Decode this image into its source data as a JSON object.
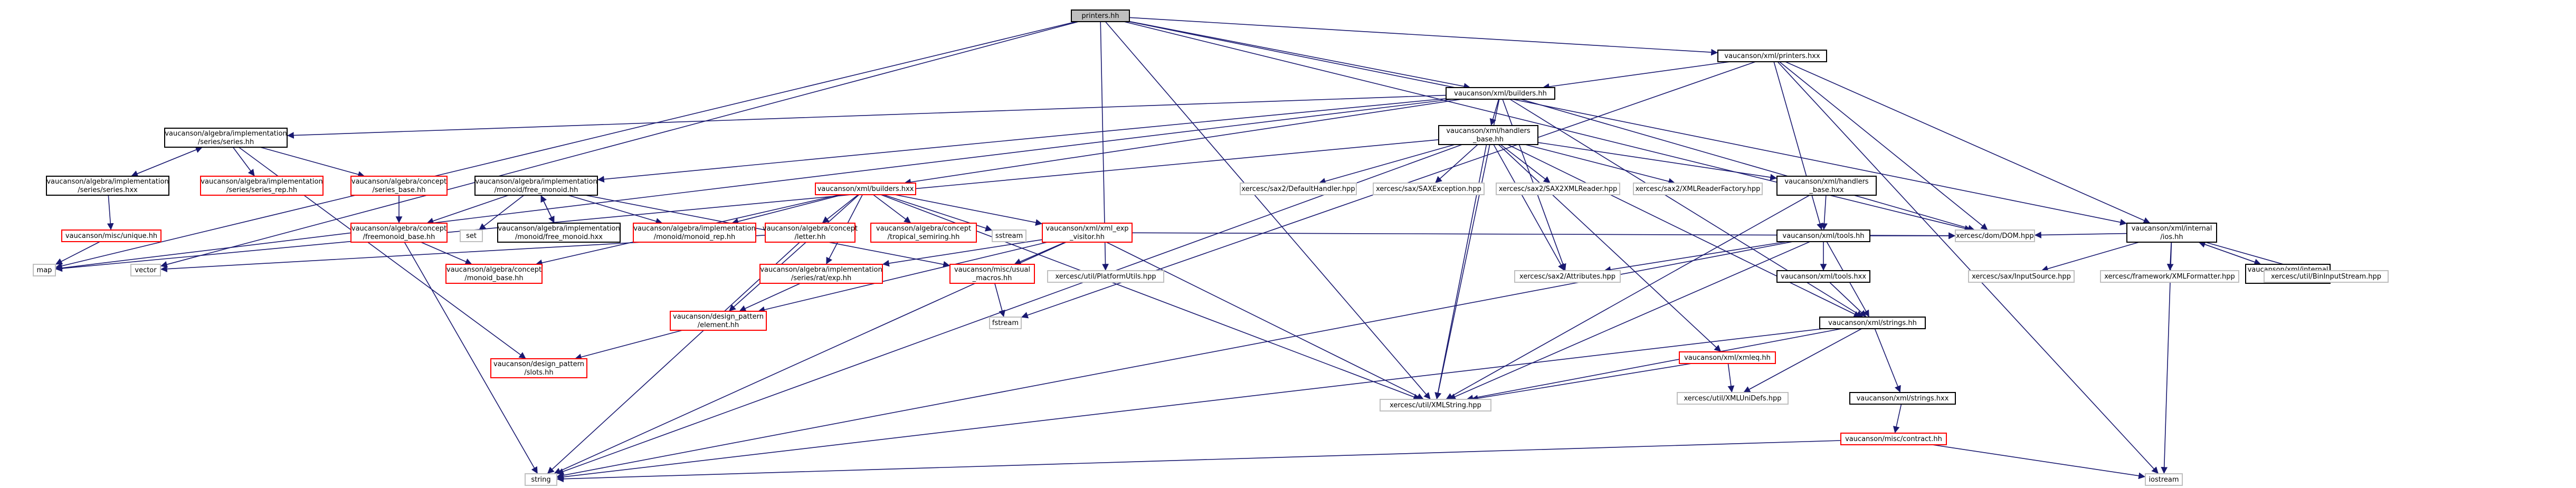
{
  "colors": {
    "edge": "#191970",
    "border_normal": "#000000",
    "border_red": "#ff0000",
    "border_gray": "#bfbfbf",
    "fill_root": "#bfbfbf",
    "fill_normal": "#ffffff"
  },
  "nodes": [
    {
      "id": "root",
      "lines": [
        "printers.hh"
      ],
      "style": "root"
    },
    {
      "id": "printers_hxx",
      "lines": [
        "vaucanson/xml/printers.hxx"
      ],
      "style": "normal"
    },
    {
      "id": "builders_hh",
      "lines": [
        "vaucanson/xml/builders.hh"
      ],
      "style": "normal"
    },
    {
      "id": "series_hh",
      "lines": [
        "vaucanson/algebra/implementation",
        "/series/series.hh"
      ],
      "style": "normal"
    },
    {
      "id": "series_hxx",
      "lines": [
        "vaucanson/algebra/implementation",
        "/series/series.hxx"
      ],
      "style": "normal"
    },
    {
      "id": "series_rep",
      "lines": [
        "vaucanson/algebra/implementation",
        "/series/series_rep.hh"
      ],
      "style": "red"
    },
    {
      "id": "series_base",
      "lines": [
        "vaucanson/algebra/concept",
        "/series_base.hh"
      ],
      "style": "red"
    },
    {
      "id": "handlers_base_hh",
      "lines": [
        "vaucanson/xml/handlers",
        "_base.hh"
      ],
      "style": "normal"
    },
    {
      "id": "free_monoid_hh",
      "lines": [
        "vaucanson/algebra/implementation",
        "/monoid/free_monoid.hh"
      ],
      "style": "normal"
    },
    {
      "id": "builders_hxx",
      "lines": [
        "vaucanson/xml/builders.hxx"
      ],
      "style": "red"
    },
    {
      "id": "default_handler",
      "lines": [
        "xercesc/sax2/DefaultHandler.hpp"
      ],
      "style": "gray"
    },
    {
      "id": "sax_exception",
      "lines": [
        "xercesc/sax/SAXException.hpp"
      ],
      "style": "gray"
    },
    {
      "id": "sax2_reader",
      "lines": [
        "xercesc/sax2/SAX2XMLReader.hpp"
      ],
      "style": "gray"
    },
    {
      "id": "reader_factory",
      "lines": [
        "xercesc/sax2/XMLReaderFactory.hpp"
      ],
      "style": "gray"
    },
    {
      "id": "handlers_base_hxx",
      "lines": [
        "vaucanson/xml/handlers",
        "_base.hxx"
      ],
      "style": "normal"
    },
    {
      "id": "misc_unique",
      "lines": [
        "vaucanson/misc/unique.hh"
      ],
      "style": "red"
    },
    {
      "id": "freemonoid_base",
      "lines": [
        "vaucanson/algebra/concept",
        "/freemonoid_base.hh"
      ],
      "style": "red"
    },
    {
      "id": "set",
      "lines": [
        "set"
      ],
      "style": "gray"
    },
    {
      "id": "free_monoid_hxx",
      "lines": [
        "vaucanson/algebra/implementation",
        "/monoid/free_monoid.hxx"
      ],
      "style": "normal"
    },
    {
      "id": "monoid_rep",
      "lines": [
        "vaucanson/algebra/implementation",
        "/monoid/monoid_rep.hh"
      ],
      "style": "red"
    },
    {
      "id": "letter_hh",
      "lines": [
        "vaucanson/algebra/concept",
        "/letter.hh"
      ],
      "style": "red"
    },
    {
      "id": "tropical",
      "lines": [
        "vaucanson/algebra/concept",
        "/tropical_semiring.hh"
      ],
      "style": "red"
    },
    {
      "id": "sstream",
      "lines": [
        "sstream"
      ],
      "style": "gray"
    },
    {
      "id": "visitor",
      "lines": [
        "vaucanson/xml/xml_exp",
        "_visitor.hh"
      ],
      "style": "red"
    },
    {
      "id": "tools_hh",
      "lines": [
        "vaucanson/xml/tools.hh"
      ],
      "style": "normal"
    },
    {
      "id": "dom_hpp",
      "lines": [
        "xercesc/dom/DOM.hpp"
      ],
      "style": "gray"
    },
    {
      "id": "ios_hh",
      "lines": [
        "vaucanson/xml/internal",
        "/ios.hh"
      ],
      "style": "normal"
    },
    {
      "id": "map",
      "lines": [
        "map"
      ],
      "style": "gray"
    },
    {
      "id": "vector",
      "lines": [
        "vector"
      ],
      "style": "gray"
    },
    {
      "id": "monoid_base",
      "lines": [
        "vaucanson/algebra/concept",
        "/monoid_base.hh"
      ],
      "style": "red"
    },
    {
      "id": "series_rat_exp",
      "lines": [
        "vaucanson/algebra/implementation",
        "/series/rat/exp.hh"
      ],
      "style": "red"
    },
    {
      "id": "usual_macros",
      "lines": [
        "vaucanson/misc/usual",
        "_macros.hh"
      ],
      "style": "red"
    },
    {
      "id": "platform_utils",
      "lines": [
        "xercesc/util/PlatformUtils.hpp"
      ],
      "style": "gray"
    },
    {
      "id": "attributes",
      "lines": [
        "xercesc/sax2/Attributes.hpp"
      ],
      "style": "gray"
    },
    {
      "id": "tools_hxx",
      "lines": [
        "vaucanson/xml/tools.hxx"
      ],
      "style": "normal"
    },
    {
      "id": "sax_input_source",
      "lines": [
        "xercesc/sax/InputSource.hpp"
      ],
      "style": "gray"
    },
    {
      "id": "xml_formatter",
      "lines": [
        "xercesc/framework/XMLFormatter.hpp"
      ],
      "style": "gray"
    },
    {
      "id": "ios_hxx",
      "lines": [
        "vaucanson/xml/internal",
        "/ios.hxx"
      ],
      "style": "normal"
    },
    {
      "id": "bin_input_stream",
      "lines": [
        "xercesc/util/BinInputStream.hpp"
      ],
      "style": "gray"
    },
    {
      "id": "design_element",
      "lines": [
        "vaucanson/design_pattern",
        "/element.hh"
      ],
      "style": "red"
    },
    {
      "id": "fstream",
      "lines": [
        "fstream"
      ],
      "style": "gray"
    },
    {
      "id": "strings_hh",
      "lines": [
        "vaucanson/xml/strings.hh"
      ],
      "style": "normal"
    },
    {
      "id": "xmleq_hh",
      "lines": [
        "vaucanson/xml/xmleq.hh"
      ],
      "style": "red"
    },
    {
      "id": "slots_hh",
      "lines": [
        "vaucanson/design_pattern",
        "/slots.hh"
      ],
      "style": "red"
    },
    {
      "id": "xml_uni_defs",
      "lines": [
        "xercesc/util/XMLUniDefs.hpp"
      ],
      "style": "gray"
    },
    {
      "id": "strings_hxx",
      "lines": [
        "vaucanson/xml/strings.hxx"
      ],
      "style": "normal"
    },
    {
      "id": "xml_string",
      "lines": [
        "xercesc/util/XMLString.hpp"
      ],
      "style": "gray"
    },
    {
      "id": "misc_contract",
      "lines": [
        "vaucanson/misc/contract.hh"
      ],
      "style": "red"
    },
    {
      "id": "string",
      "lines": [
        "string"
      ],
      "style": "gray"
    },
    {
      "id": "iostream",
      "lines": [
        "iostream"
      ],
      "style": "gray"
    }
  ],
  "edges": [
    [
      "root",
      "printers_hxx"
    ],
    [
      "root",
      "builders_hh"
    ],
    [
      "root",
      "ios_hh"
    ],
    [
      "root",
      "dom_hpp"
    ],
    [
      "root",
      "xml_string"
    ],
    [
      "root",
      "platform_utils"
    ],
    [
      "root",
      "map"
    ],
    [
      "root",
      "vector"
    ],
    [
      "printers_hxx",
      "builders_hh"
    ],
    [
      "printers_hxx",
      "tools_hh"
    ],
    [
      "printers_hxx",
      "ios_hh"
    ],
    [
      "printers_hxx",
      "dom_hpp"
    ],
    [
      "printers_hxx",
      "fstream"
    ],
    [
      "printers_hxx",
      "iostream"
    ],
    [
      "builders_hh",
      "series_hh"
    ],
    [
      "builders_hh",
      "handlers_base_hh"
    ],
    [
      "builders_hh",
      "builders_hxx"
    ],
    [
      "builders_hh",
      "free_monoid_hh"
    ],
    [
      "builders_hh",
      "strings_hh"
    ],
    [
      "builders_hh",
      "dom_hpp"
    ],
    [
      "builders_hh",
      "xml_string"
    ],
    [
      "builders_hh",
      "attributes"
    ],
    [
      "builders_hh",
      "map"
    ],
    [
      "series_hh",
      "series_hxx"
    ],
    [
      "series_hh",
      "series_rep"
    ],
    [
      "series_hh",
      "series_base"
    ],
    [
      "series_hh",
      "slots_hh"
    ],
    [
      "series_hxx",
      "series_hh"
    ],
    [
      "series_hxx",
      "misc_unique"
    ],
    [
      "series_base",
      "freemonoid_base"
    ],
    [
      "handlers_base_hh",
      "default_handler"
    ],
    [
      "handlers_base_hh",
      "sax_exception"
    ],
    [
      "handlers_base_hh",
      "sax2_reader"
    ],
    [
      "handlers_base_hh",
      "reader_factory"
    ],
    [
      "handlers_base_hh",
      "handlers_base_hxx"
    ],
    [
      "handlers_base_hh",
      "attributes"
    ],
    [
      "handlers_base_hh",
      "xml_string"
    ],
    [
      "handlers_base_hh",
      "xmleq_hh"
    ],
    [
      "handlers_base_hh",
      "strings_hh"
    ],
    [
      "handlers_base_hh",
      "string"
    ],
    [
      "handlers_base_hh",
      "map"
    ],
    [
      "handlers_base_hxx",
      "xml_string"
    ],
    [
      "handlers_base_hxx",
      "tools_hh"
    ],
    [
      "free_monoid_hh",
      "freemonoid_base"
    ],
    [
      "free_monoid_hh",
      "set"
    ],
    [
      "free_monoid_hh",
      "free_monoid_hxx"
    ],
    [
      "free_monoid_hh",
      "monoid_rep"
    ],
    [
      "free_monoid_hh",
      "usual_macros"
    ],
    [
      "free_monoid_hxx",
      "free_monoid_hh"
    ],
    [
      "freemonoid_base",
      "monoid_base"
    ],
    [
      "freemonoid_base",
      "string"
    ],
    [
      "misc_unique",
      "map"
    ],
    [
      "builders_hxx",
      "tropical"
    ],
    [
      "builders_hxx",
      "sstream"
    ],
    [
      "builders_hxx",
      "visitor"
    ],
    [
      "builders_hxx",
      "series_rat_exp"
    ],
    [
      "builders_hxx",
      "design_element"
    ],
    [
      "builders_hxx",
      "monoid_base"
    ],
    [
      "builders_hxx",
      "letter_hh"
    ],
    [
      "builders_hxx",
      "monoid_rep"
    ],
    [
      "builders_hxx",
      "xml_string"
    ],
    [
      "letter_hh",
      "vector"
    ],
    [
      "letter_hh",
      "string"
    ],
    [
      "visitor",
      "series_rat_exp"
    ],
    [
      "visitor",
      "usual_macros"
    ],
    [
      "visitor",
      "dom_hpp"
    ],
    [
      "visitor",
      "xml_string"
    ],
    [
      "visitor",
      "string"
    ],
    [
      "visitor",
      "design_element"
    ],
    [
      "series_rat_exp",
      "design_element"
    ],
    [
      "design_element",
      "slots_hh"
    ],
    [
      "usual_macros",
      "fstream"
    ],
    [
      "tools_hh",
      "tools_hxx"
    ],
    [
      "tools_hh",
      "dom_hpp"
    ],
    [
      "tools_hh",
      "attributes"
    ],
    [
      "tools_hh",
      "xml_string"
    ],
    [
      "tools_hh",
      "string"
    ],
    [
      "tools_hh",
      "strings_hh"
    ],
    [
      "tools_hxx",
      "strings_hh"
    ],
    [
      "ios_hh",
      "dom_hpp"
    ],
    [
      "ios_hh",
      "sax_input_source"
    ],
    [
      "ios_hh",
      "xml_formatter"
    ],
    [
      "ios_hh",
      "ios_hxx"
    ],
    [
      "ios_hh",
      "bin_input_stream"
    ],
    [
      "ios_hh",
      "iostream"
    ],
    [
      "ios_hxx",
      "ios_hh"
    ],
    [
      "xmleq_hh",
      "xml_uni_defs"
    ],
    [
      "xmleq_hh",
      "xml_string"
    ],
    [
      "strings_hh",
      "xml_uni_defs"
    ],
    [
      "strings_hh",
      "xml_string"
    ],
    [
      "strings_hh",
      "strings_hxx"
    ],
    [
      "strings_hh",
      "string"
    ],
    [
      "strings_hxx",
      "misc_contract"
    ],
    [
      "misc_contract",
      "string"
    ],
    [
      "misc_contract",
      "iostream"
    ]
  ]
}
